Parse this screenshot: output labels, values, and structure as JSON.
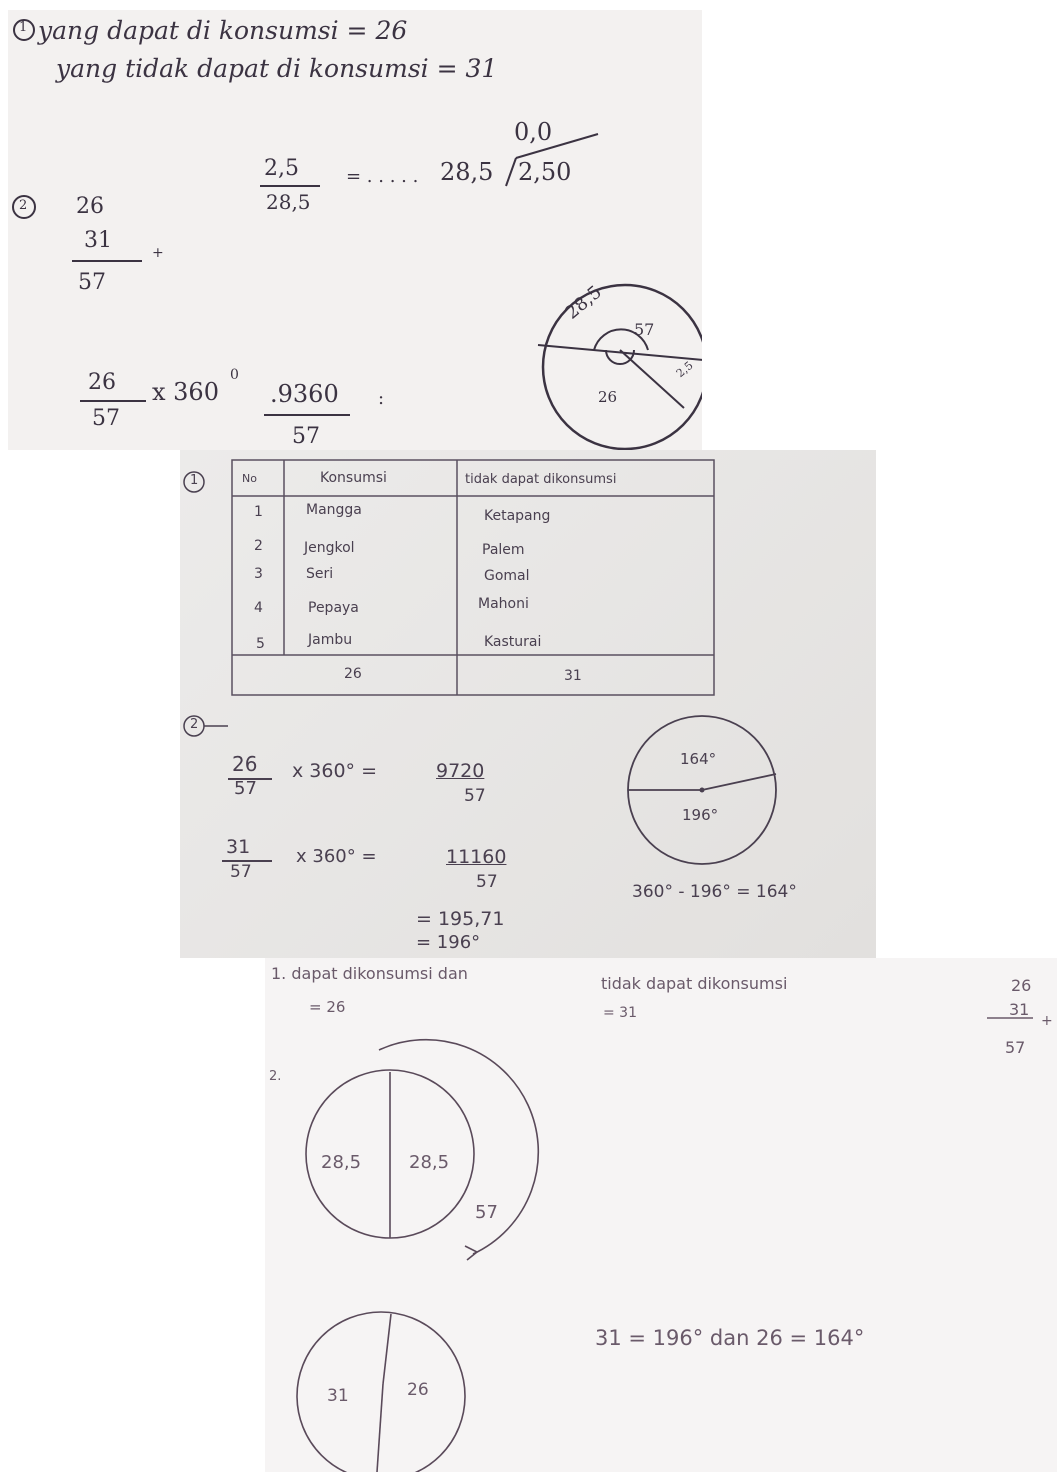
{
  "photo1": {
    "line1": "yang dapat di konsumsi  = 26",
    "line2": "yang tidak dapat di konsumsi = 31",
    "num1": "1",
    "num2": "2",
    "frac_top_num": "2,5",
    "frac_top_den": "28,5",
    "dots": "= . . . . .",
    "longdiv_divisor": "28,5",
    "longdiv_dividend": "2,50",
    "longdiv_quotient": "0,0",
    "add_a": "26",
    "add_b": "31",
    "add_sign": "+",
    "add_sum": "57",
    "frac2_num": "26",
    "frac2_den": "57",
    "times_360": "x 360",
    "degree": "0",
    "res_num": ".9360",
    "res_den": "57",
    "eq": ":",
    "pie_label_a": "28,5",
    "pie_label_b": "57",
    "pie_label_c": "2,5",
    "pie_label_d": "26"
  },
  "photo2": {
    "num1": "1",
    "num2": "2",
    "table": {
      "headers": [
        "No",
        "Konsumsi",
        "tidak dapat dikonsumsi"
      ],
      "rows": [
        [
          "1",
          "Mangga",
          "Ketapang"
        ],
        [
          "2",
          "Jengkol",
          "Palem"
        ],
        [
          "3",
          "Seri",
          "Gomal"
        ],
        [
          "4",
          "Pepaya",
          "Mahoni"
        ],
        [
          "5",
          "Jambu",
          "Kasturai"
        ]
      ],
      "totals": [
        "26",
        "31"
      ]
    },
    "eq1_num": "26",
    "eq1_den": "57",
    "eq1_op": "x  360°  =",
    "eq1_res_num": "9720",
    "eq1_res_den": "57",
    "eq2_num": "31",
    "eq2_den": "57",
    "eq2_op": "x  360°  =",
    "eq2_res_num": "11160",
    "eq2_res_den": "57",
    "eq2_step1": "= 195,71",
    "eq2_step2": "= 196°",
    "pie_top": "164°",
    "pie_bottom": "196°",
    "subtraction": "360° - 196° = 164°"
  },
  "photo3": {
    "item1_a": "1.  dapat dikonsumsi    dan",
    "item1_a_val": "= 26",
    "item1_b": "tidak dapat dikonsumsi",
    "item1_b_val": "= 31",
    "sum_a": "26",
    "sum_b": "31",
    "sum_plus": "+",
    "sum_total": "57",
    "item2": "2.",
    "circle1_left": "28,5",
    "circle1_right": "28,5",
    "circle1_outer": "57",
    "circle2_left": "31",
    "circle2_right": "26",
    "result": "31 = 196°  dan    26 = 164°"
  }
}
